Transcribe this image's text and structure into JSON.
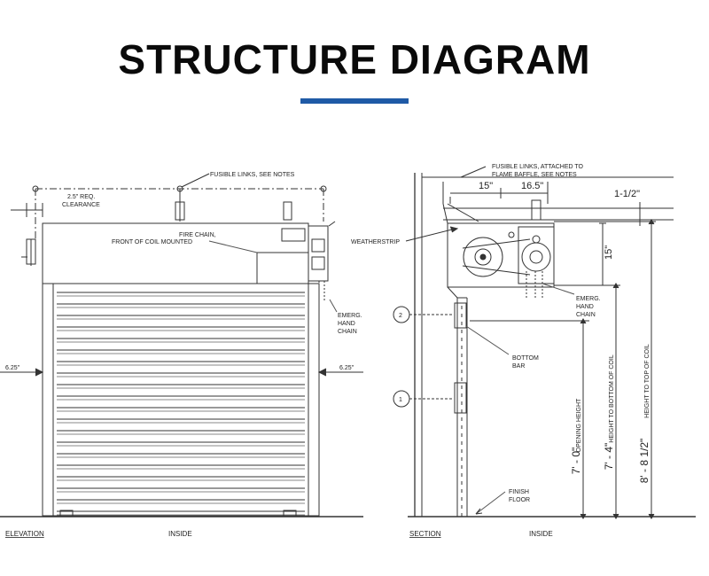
{
  "title": "STRUCTURE DIAGRAM",
  "colors": {
    "accent": "#1f5aa6",
    "line": "#333333"
  },
  "elevation": {
    "fusible_links": "FUSIBLE LINKS, SEE NOTES",
    "clearance_1": "2.5\" REQ.",
    "clearance_2": "CLEARANCE",
    "fire_chain_1": "FIRE CHAIN,",
    "fire_chain_2": "FRONT OF COIL MOUNTED",
    "emerg_1": "EMERG.",
    "emerg_2": "HAND",
    "emerg_3": "CHAIN",
    "left_dim": "6.25\"",
    "right_dim": "6.25\"",
    "caption": "ELEVATION",
    "inside": "INSIDE"
  },
  "section": {
    "fusible_1": "FUSIBLE LINKS, ATTACHED TO",
    "fusible_2": "FLAME BAFFLE, SEE NOTES",
    "dim_15_top": "15\"",
    "dim_16_5": "16.5\"",
    "dim_1_half": "1-1/2\"",
    "weatherstrip": "WEATHERSTRIP",
    "dim_15_side": "15\"",
    "emerg_1": "EMERG.",
    "emerg_2": "HAND",
    "emerg_3": "CHAIN",
    "callout_2": "2",
    "callout_1": "1",
    "bottom_bar_1": "BOTTOM",
    "bottom_bar_2": "BAR",
    "opening_height": "OPENING HEIGHT",
    "height_bottom": "HEIGHT TO BOTTOM OF COIL",
    "height_top": "HEIGHT TO TOP OF COIL",
    "dim_7_0": "7' - 0\"",
    "dim_7_4": "7' - 4\"",
    "dim_8_8": "8' - 8 1/2\"",
    "finish_1": "FINISH",
    "finish_2": "FLOOR",
    "caption": "SECTION",
    "inside": "INSIDE"
  }
}
